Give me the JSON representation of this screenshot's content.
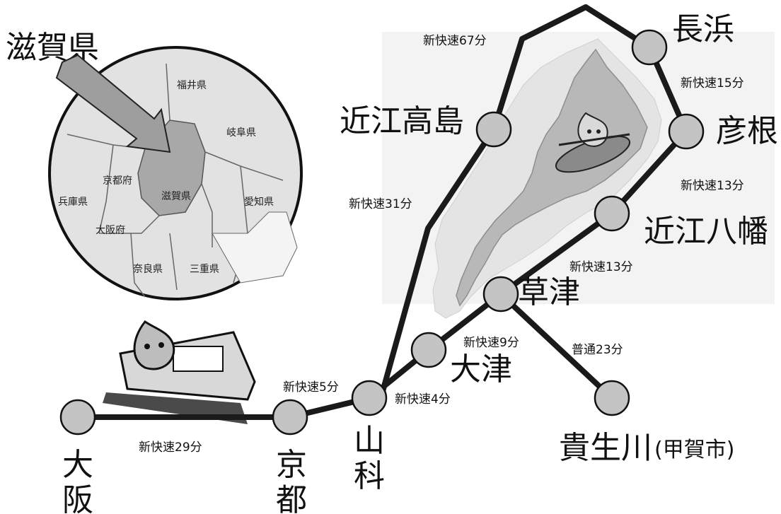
{
  "title": "滋賀県",
  "inset_map": {
    "prefectures": [
      "福井県",
      "岐阜県",
      "京都府",
      "兵庫県",
      "滋賀県",
      "愛知県",
      "大阪府",
      "奈良県",
      "三重県"
    ]
  },
  "stations": {
    "osaka": "大\n阪",
    "kyoto": "京\n都",
    "yamashina": "山\n科",
    "otsu": "大津",
    "kusatsu": "草津",
    "omi_hachiman": "近江八幡",
    "hikone": "彦根",
    "nagahama": "長浜",
    "omi_takashima": "近江高島",
    "kibukawa": "貴生川",
    "kibukawa_note": "(甲賀市)"
  },
  "segments": {
    "osaka_kyoto": "新快速29分",
    "kyoto_yamashina": "新快速5分",
    "yamashina_otsu": "新快速4分",
    "otsu_kusatsu": "新快速9分",
    "kusatsu_hachiman": "新快速13分",
    "hachiman_hikone": "新快速13分",
    "hikone_nagahama": "新快速15分",
    "yamashina_takashima": "新快速31分",
    "takashima_nagahama": "新快速67分",
    "kusatsu_kibukawa": "普通23分"
  },
  "colors": {
    "line": "#1a1a1a",
    "station_fill": "#c4c4c4",
    "lake_shape": "#e6e6e6",
    "lake_water": "#b9b9b9"
  }
}
